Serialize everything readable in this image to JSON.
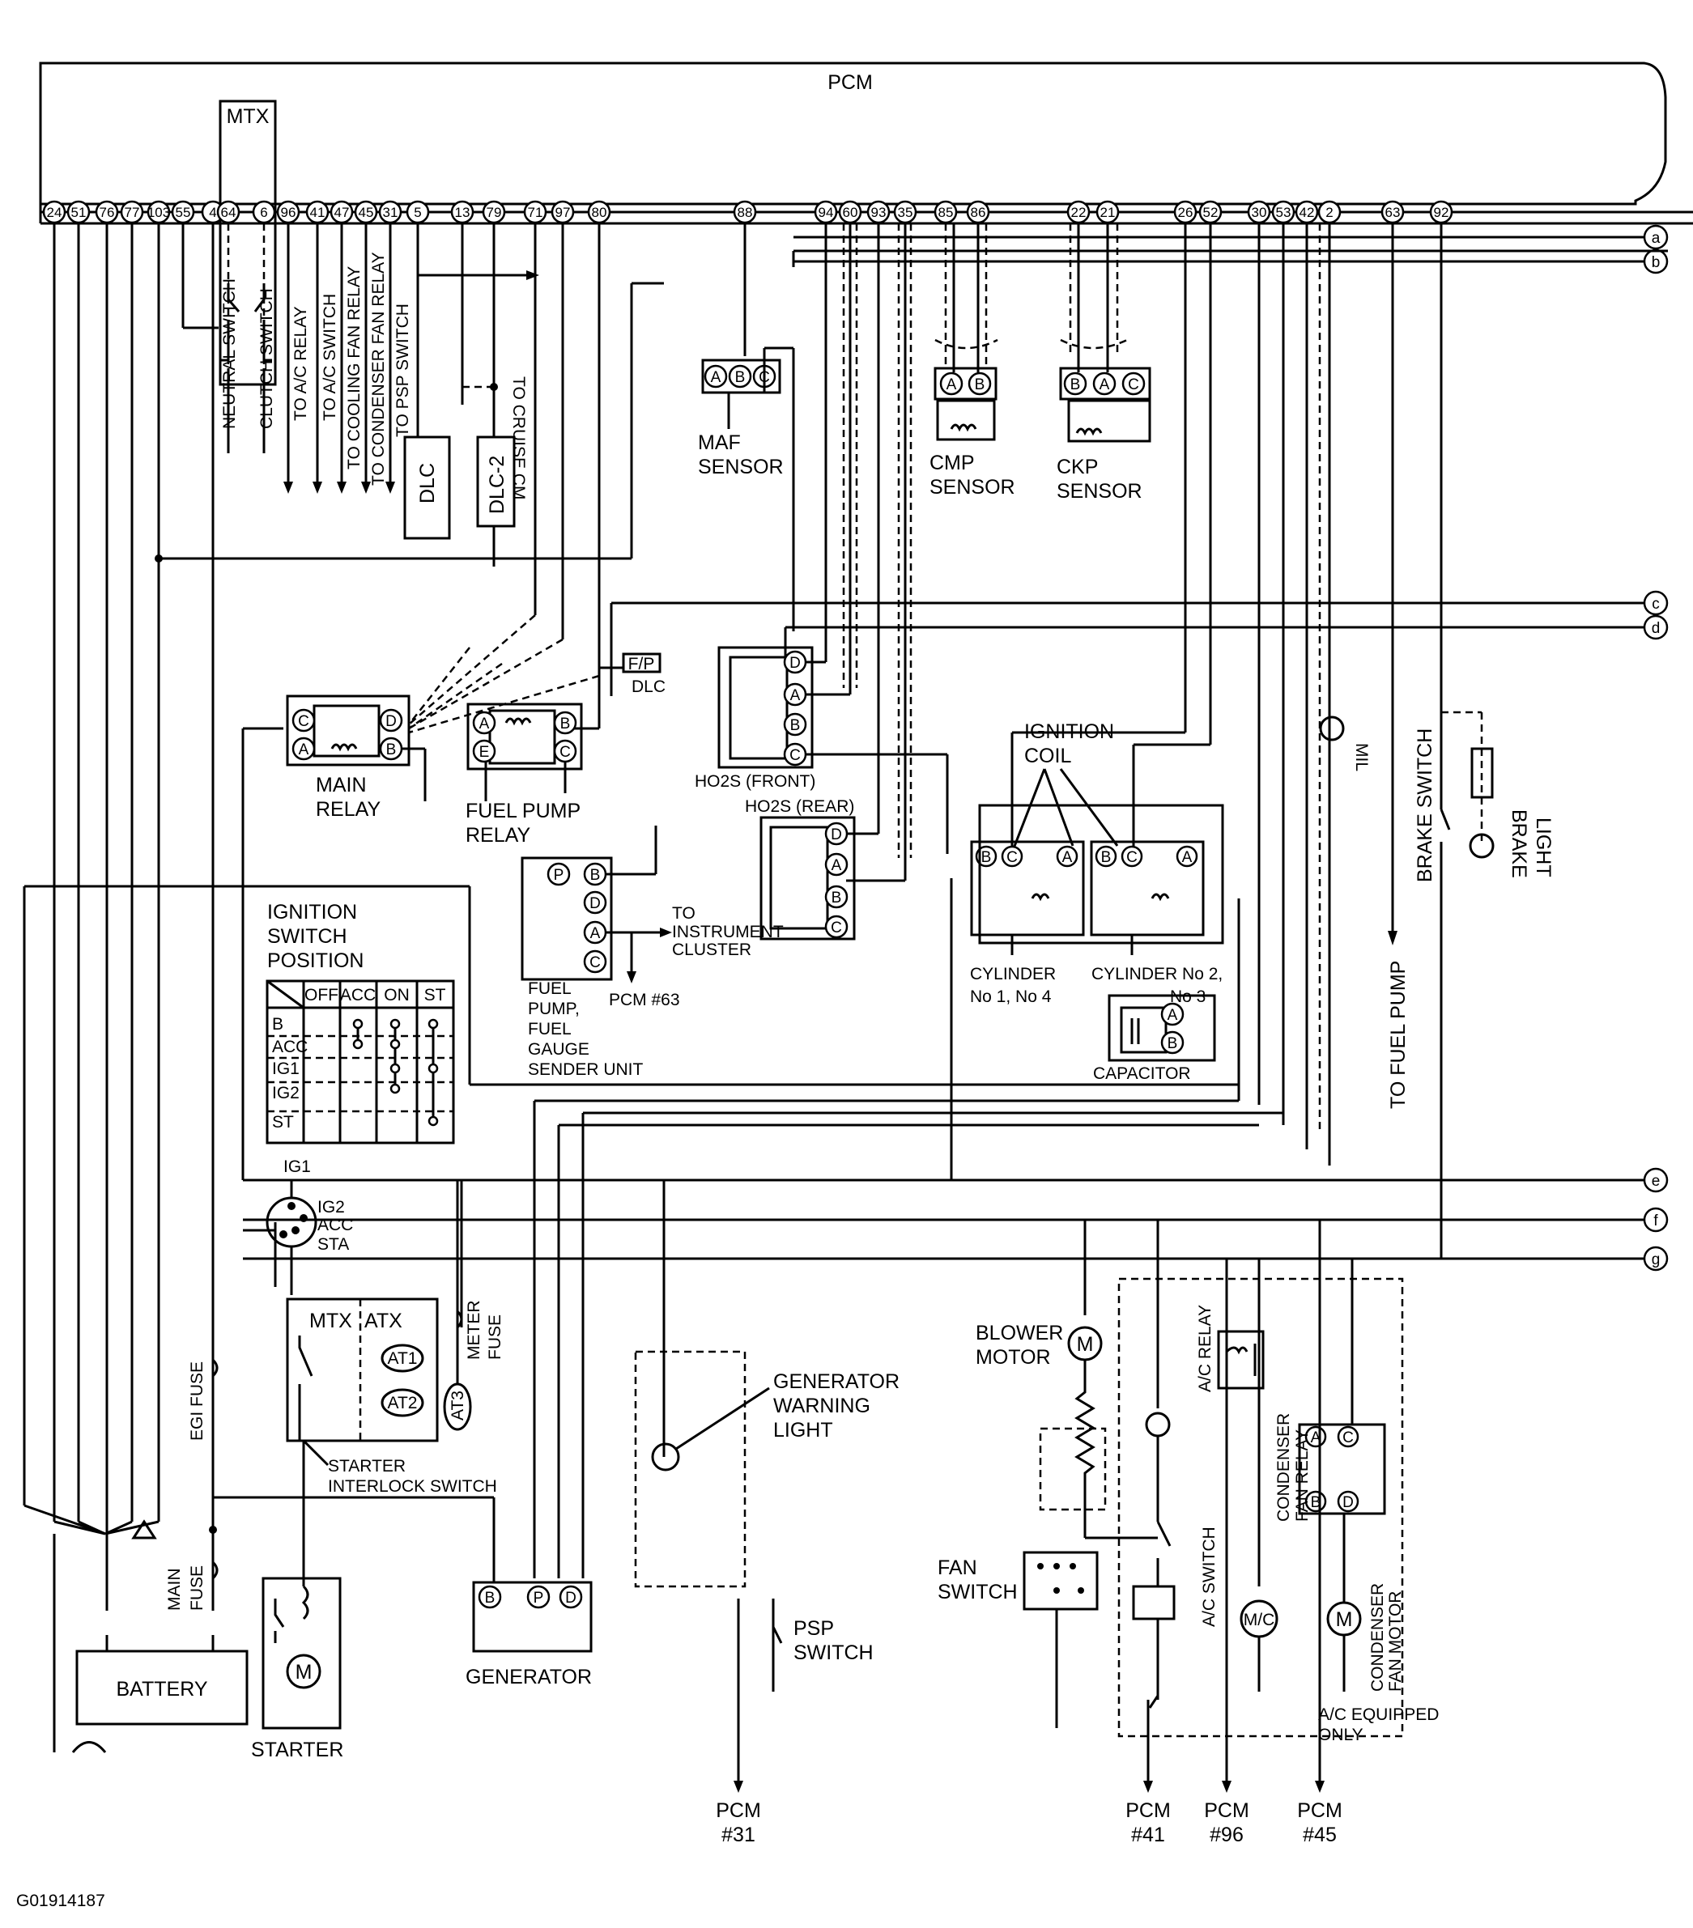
{
  "pcm": {
    "label": "PCM",
    "mtx_label": "MTX",
    "pins": [
      "24",
      "51",
      "76",
      "77",
      "103",
      "55",
      "4",
      "64",
      "6",
      "96",
      "41",
      "47",
      "45",
      "31",
      "5",
      "13",
      "79",
      "71",
      "97",
      "80",
      "88",
      "94",
      "60",
      "93",
      "35",
      "85",
      "86",
      "22",
      "21",
      "26",
      "52",
      "30",
      "53",
      "42",
      "2",
      "63",
      "92"
    ]
  },
  "signal_refs": [
    "a",
    "b",
    "c",
    "d",
    "e",
    "f",
    "g"
  ],
  "switch_labels": {
    "neutral_switch": "NEUTRAL SWITCH",
    "clutch_switch": "CLUTCH SWITCH",
    "to_ac_relay": "TO A/C RELAY",
    "to_ac_switch": "TO A/C SWITCH",
    "to_cooling_fan_relay": "TO COOLING FAN RELAY",
    "to_condenser_fan_relay": "TO CONDENSER FAN RELAY",
    "to_psp_switch": "TO PSP SWITCH",
    "to_cruise": "TO CRUISE CM"
  },
  "dlc": {
    "dlc": "DLC",
    "dlc2": "DLC-2",
    "fp_dlc": "F/P",
    "fp_dlc_label": "DLC"
  },
  "components": {
    "maf_sensor": {
      "label_1": "MAF",
      "label_2": "SENSOR",
      "pins": [
        "A",
        "B",
        "C"
      ]
    },
    "cmp_sensor": {
      "label_1": "CMP",
      "label_2": "SENSOR",
      "pins": [
        "A",
        "B"
      ]
    },
    "ckp_sensor": {
      "label_1": "CKP",
      "label_2": "SENSOR",
      "pins": [
        "B",
        "A",
        "C"
      ]
    },
    "main_relay": {
      "label_1": "MAIN",
      "label_2": "RELAY",
      "pins": [
        "C",
        "A",
        "D",
        "B"
      ]
    },
    "fuel_pump_relay": {
      "label_1": "FUEL PUMP",
      "label_2": "RELAY",
      "pins": [
        "A",
        "E",
        "B",
        "C"
      ]
    },
    "ho2s_front": {
      "label": "HO2S (FRONT)",
      "pins": [
        "D",
        "A",
        "B",
        "C"
      ]
    },
    "ho2s_rear": {
      "label": "HO2S (REAR)",
      "pins": [
        "D",
        "A",
        "B",
        "C"
      ]
    },
    "ignition_coil": {
      "label_1": "IGNITION",
      "label_2": "COIL",
      "pins": [
        "B",
        "C",
        "A"
      ]
    },
    "cylinder_1_4": {
      "label_1": "CYLINDER",
      "label_2": "No 1, No 4"
    },
    "cylinder_2_3": {
      "label_1": "CYLINDER No 2,",
      "label_2": "No 3"
    },
    "capacitor": {
      "label": "CAPACITOR",
      "pins": [
        "A",
        "B"
      ]
    },
    "fuel_pump_unit": {
      "lines": [
        "FUEL",
        "PUMP,",
        "FUEL",
        "GAUGE",
        "SENDER UNIT"
      ],
      "pins": [
        "P",
        "B",
        "D",
        "A",
        "C"
      ],
      "to_instrument_1": "TO",
      "to_instrument_2": "INSTRUMENT",
      "to_instrument_3": "CLUSTER",
      "pcm_ref": "PCM #63"
    },
    "mil": "MIL",
    "brake_switch": "BRAKE SWITCH",
    "brake_light_1": "BRAKE",
    "brake_light_2": "LIGHT",
    "to_fuel_pump": "TO FUEL PUMP"
  },
  "ignition_switch_table": {
    "title_1": "IGNITION",
    "title_2": "SWITCH",
    "title_3": "POSITION",
    "columns": [
      "OFF",
      "ACC",
      "ON",
      "ST"
    ],
    "rows": [
      "B",
      "ACC",
      "IG1",
      "IG2",
      "ST"
    ]
  },
  "ignition_switch": {
    "ig1": "IG1",
    "ig2": "IG2",
    "acc": "ACC",
    "sta": "STA"
  },
  "fuses": {
    "egi": "EGI FUSE",
    "meter_1": "METER",
    "meter_2": "FUSE",
    "main_1": "MAIN",
    "main_2": "FUSE"
  },
  "starter_interlock": {
    "mtx": "MTX",
    "atx": "ATX",
    "at1": "AT1",
    "at2": "AT2",
    "at3": "AT3",
    "label_1": "STARTER",
    "label_2": "INTERLOCK  SWITCH"
  },
  "battery": "BATTERY",
  "starter": {
    "label": "STARTER",
    "motor": "M"
  },
  "generator": {
    "label": "GENERATOR",
    "pins": [
      "B",
      "P",
      "D"
    ]
  },
  "generator_warning_light": {
    "line_1": "GENERATOR",
    "line_2": "WARNING",
    "line_3": "LIGHT"
  },
  "psp_switch": {
    "line_1": "PSP",
    "line_2": "SWITCH"
  },
  "blower_motor": {
    "line_1": "BLOWER",
    "line_2": "MOTOR",
    "symbol": "M"
  },
  "fan_switch": {
    "line_1": "FAN",
    "line_2": "SWITCH"
  },
  "ac_section": {
    "ac_relay": "A/C RELAY",
    "ac_switch": "A/C SWITCH",
    "condenser_fan_relay_1": "CONDENSER",
    "condenser_fan_relay_2": "FAN RELAY",
    "condenser_fan_relay_pins": [
      "A",
      "C",
      "B",
      "D"
    ],
    "mc": "M/C",
    "condenser_fan_motor_1": "CONDENSER",
    "condenser_fan_motor_2": "FAN MOTOR",
    "motor_symbol": "M",
    "equipped_1": "A/C EQUIPPED",
    "equipped_2": "ONLY"
  },
  "pcm_refs": {
    "p31_1": "PCM",
    "p31_2": "#31",
    "p41_1": "PCM",
    "p41_2": "#41",
    "p96_1": "PCM",
    "p96_2": "#96",
    "p45_1": "PCM",
    "p45_2": "#45"
  },
  "figure_id": "G01914187"
}
